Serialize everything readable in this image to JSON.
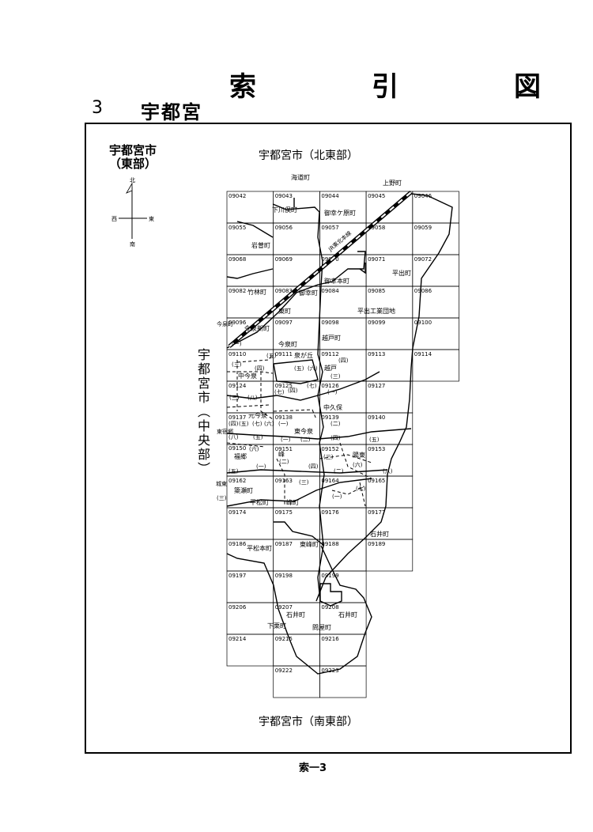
{
  "header": {
    "title": "索　引　図",
    "section_number": "3",
    "section_name": "宇都宮"
  },
  "map": {
    "city_title": "宇都宮市\n（東部）",
    "region_north": "宇都宮市（北東部）",
    "region_south": "宇都宮市（南東部）",
    "region_center": "宇都宮市（中央部）",
    "compass": {
      "north": "北",
      "south": "南",
      "east": "東",
      "west": "西"
    },
    "grid_rows": [
      [
        "09042",
        "09043",
        "09044",
        "09045",
        "09046"
      ],
      [
        "09055",
        "09056",
        "09057",
        "09058",
        "09059"
      ],
      [
        "09068",
        "09069",
        "09070",
        "09071",
        "09072"
      ],
      [
        "09082",
        "09083",
        "09084",
        "09085",
        "09086"
      ],
      [
        "09096",
        "09097",
        "09098",
        "09099",
        "09100"
      ],
      [
        "09110",
        "09111",
        "09112",
        "09113",
        "09114"
      ],
      [
        "09124",
        "09125",
        "09126",
        "09127"
      ],
      [
        "09137",
        "09138",
        "09139",
        "09140"
      ],
      [
        "",
        "09151",
        "09152",
        "09153"
      ],
      [
        "09162",
        "09163",
        "09164",
        "09165"
      ],
      [
        "09174",
        "09175",
        "09176",
        "09177"
      ],
      [
        "09186",
        "09187",
        "09188",
        "09189"
      ],
      [
        "09197",
        "09198",
        "09199"
      ],
      [
        "09206",
        "09207",
        "09208"
      ],
      [
        "09214",
        "09215",
        "09216"
      ],
      [
        "",
        "09222",
        "09223"
      ]
    ],
    "extra_cell": "09150",
    "place_names": [
      "海道町",
      "上野町",
      "下川俣町",
      "御幸ケ原町",
      "岩曽町",
      "JR東北本線",
      "平出町",
      "御幸本町",
      "竹林町",
      "御幸町",
      "平出工業団地",
      "東町",
      "今泉新町",
      "今泉町",
      "越戸町",
      "泉が丘",
      "越戸",
      "中今泉",
      "元今泉",
      "中久保",
      "東今泉",
      "陽東",
      "峰",
      "今泉町",
      "城東",
      "簗瀬町",
      "平松町",
      "峰町",
      "石井町",
      "平松本町",
      "東峰町",
      "下栗町",
      "問屋町",
      "石井町",
      "東宿郷",
      "今泉町",
      "福郷"
    ],
    "ward_marks": [
      "(一)",
      "(二)",
      "(三)",
      "(四)",
      "(五)",
      "(六)",
      "(七)",
      "(八)"
    ]
  },
  "footer": {
    "page_label": "索一3"
  }
}
